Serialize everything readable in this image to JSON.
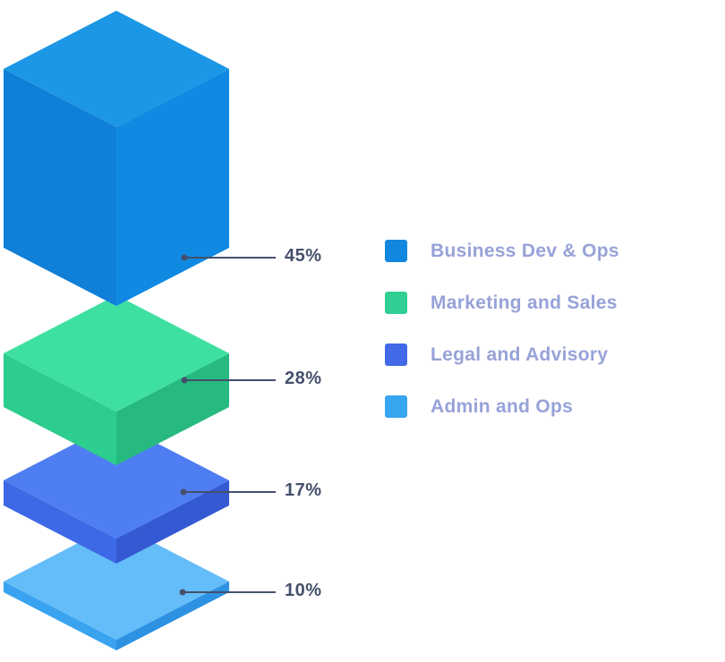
{
  "chart_data": {
    "type": "isometric-stacked-3d",
    "legend_position": "right",
    "background": "#FFFFFF",
    "label_color": "#44506B",
    "leader_line_color": "#44506B",
    "legend_text_color": "#97A2D8",
    "layers": [
      {
        "legend": "Business Dev & Ops",
        "value": 45,
        "label": "45%",
        "colors": {
          "top": "#1B97E5",
          "left": "#0F7FD8",
          "right": "#1089E2",
          "legend": "#1287DF"
        }
      },
      {
        "legend": "Marketing and Sales",
        "value": 28,
        "label": "28%",
        "colors": {
          "top": "#3EE0A1",
          "left": "#2CCD8E",
          "right": "#26BA80",
          "legend": "#2FCE92"
        }
      },
      {
        "legend": "Legal and Advisory",
        "value": 17,
        "label": "17%",
        "colors": {
          "top": "#4F7DF2",
          "left": "#3E69E6",
          "right": "#3459D2",
          "legend": "#4169E8"
        }
      },
      {
        "legend": "Admin and Ops",
        "value": 10,
        "label": "10%",
        "colors": {
          "top": "#64BDF8",
          "left": "#3AA3F0",
          "right": "#2D92E2",
          "legend": "#38A5F1"
        }
      }
    ]
  }
}
